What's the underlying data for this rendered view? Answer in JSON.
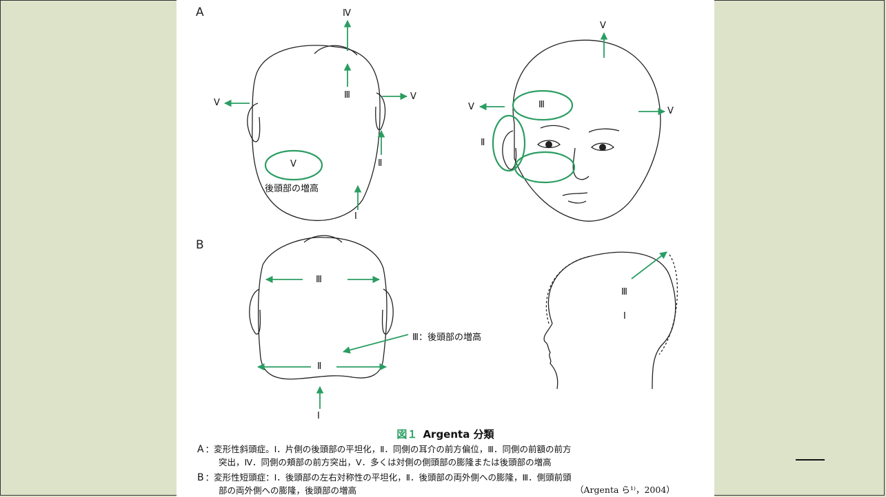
{
  "figure": {
    "panel_a_label": "A",
    "panel_b_label": "B",
    "a_top": {
      "arrow_IV": "Ⅳ",
      "arrow_III": "Ⅲ",
      "arrow_V_left": "V",
      "arrow_V_right": "V",
      "arrow_II": "Ⅱ",
      "arrow_I": "Ⅰ",
      "ellipse_V": "V",
      "occipital_label": "後頭部の増高"
    },
    "a_face": {
      "arrow_V_top": "V",
      "arrow_V_left": "V",
      "arrow_V_right": "V",
      "ellipse_III": "Ⅲ",
      "ellipse_II": "Ⅱ"
    },
    "b_back": {
      "arrow_III": "Ⅲ",
      "annotation_III": "Ⅲ：後頭部の増高",
      "arrow_II": "Ⅱ",
      "arrow_I": "Ⅰ"
    },
    "b_side": {
      "arrow_III": "Ⅲ",
      "label_I": "Ⅰ"
    }
  },
  "caption": {
    "number": "図１",
    "title": "Argenta 分類",
    "a_lead": "A",
    "a_line1": "：変形性斜頭症。Ⅰ．片側の後頭部の平坦化，Ⅱ．同側の耳介の前方偏位，Ⅲ．同側の前額の前方",
    "a_line2": "突出，Ⅳ．同側の頬部の前方突出，Ⅴ．多くは対側の側頭部の膨隆または後頭部の増高",
    "b_lead": "B",
    "b_line1": "：変形性短頭症：Ⅰ．後頭部の左右対称性の平坦化，Ⅱ．後頭部の両外側への膨隆，Ⅲ．側頭前頭",
    "b_line2": "部の両外側への膨隆，後頭部の増高",
    "citation": "（Argenta ら¹⁾，2004）"
  },
  "colors": {
    "accent_green": "#2a9d62",
    "outline": "#222222",
    "side_background": "#dde3c9"
  }
}
